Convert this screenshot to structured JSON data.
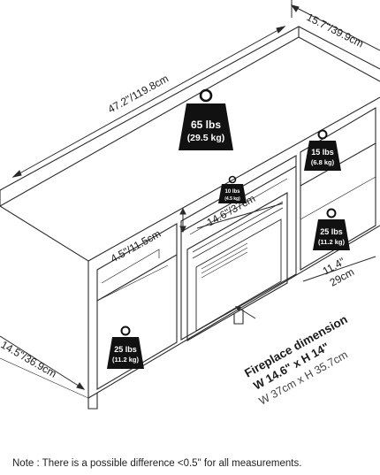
{
  "dimensions": {
    "width": "47.2\"/119.8cm",
    "depth": "15.7\"/39.9cm",
    "height": "14.5\"/36.9cm",
    "shelf_height": "4.5\"/11.5cm",
    "fireplace_opening": "14.6\"/37cm",
    "side_shelf_width": "11.4\"",
    "side_shelf_depth": "29cm"
  },
  "weights": {
    "top": {
      "lbs": "65 lbs",
      "kg": "(29.5 kg)"
    },
    "center_shelf": {
      "lbs": "10 lbs",
      "kg": "(4.5 kg)"
    },
    "right_upper": {
      "lbs": "15 lbs",
      "kg": "(6.8 kg)"
    },
    "right_lower": {
      "lbs": "25 lbs",
      "kg": "(11.2 kg)"
    },
    "left_lower": {
      "lbs": "25 lbs",
      "kg": "(11.2 kg)"
    }
  },
  "fireplace": {
    "title": "Fireplace dimension",
    "imperial": "W 14.6\" x H 14\"",
    "metric": "W 37cm x H 35.7cm"
  },
  "note": "Note : There is a possible difference <0.5\" for all measurements."
}
